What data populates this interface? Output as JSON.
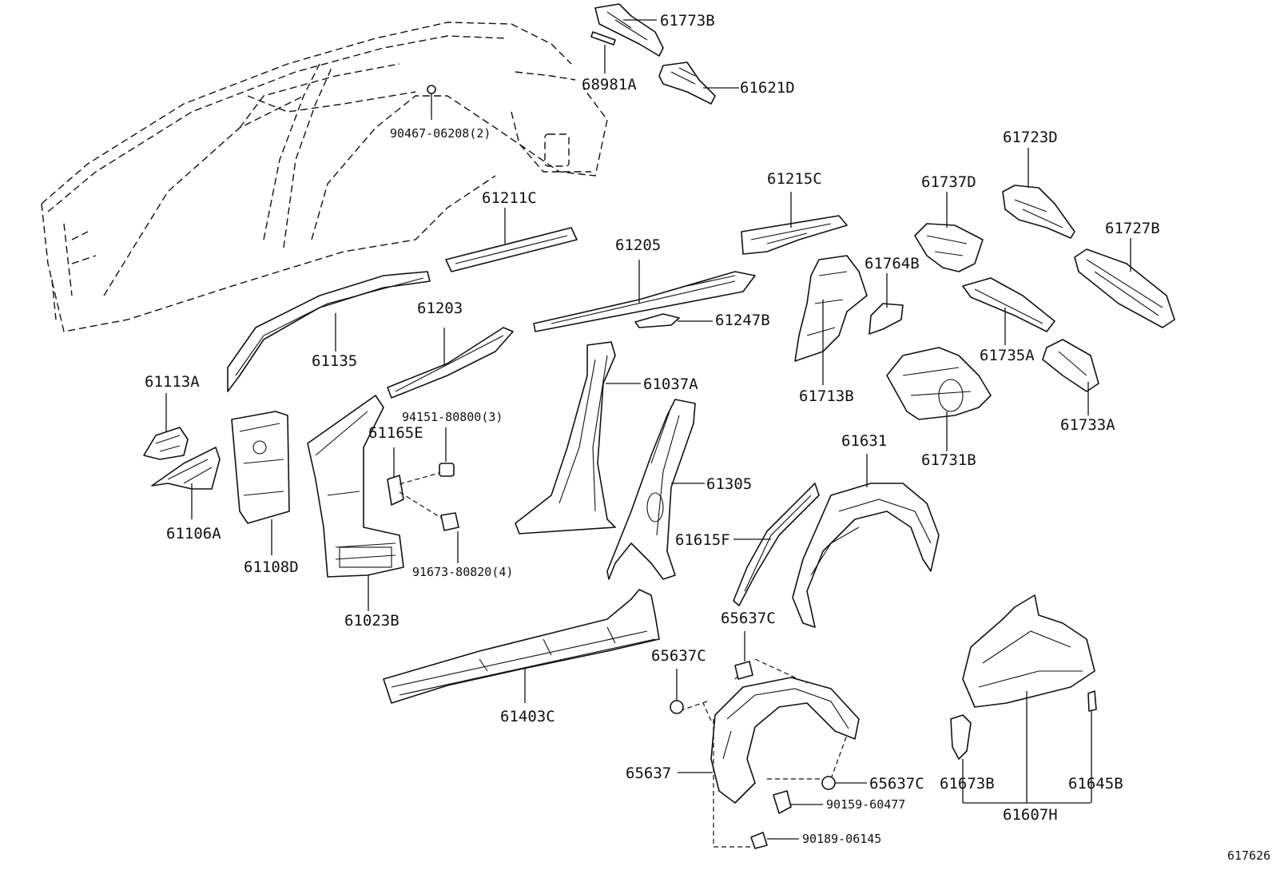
{
  "diagram_id": "617626",
  "parts": {
    "p61773B": "61773B",
    "p68981A": "68981A",
    "p61621D": "61621D",
    "p90467": "90467-06208(2)",
    "p61723D": "61723D",
    "p61215C": "61215C",
    "p61737D": "61737D",
    "p61211C": "61211C",
    "p61727B": "61727B",
    "p61205": "61205",
    "p61764B": "61764B",
    "p61203": "61203",
    "p61247B": "61247B",
    "p61735A": "61735A",
    "p61135": "61135",
    "p61113A": "61113A",
    "p61037A": "61037A",
    "p61713B": "61713B",
    "p61733A": "61733A",
    "p94151": "94151-80800(3)",
    "p61165E": "61165E",
    "p61731B": "61731B",
    "p61631": "61631",
    "p61305": "61305",
    "p61106A": "61106A",
    "p61615F": "61615F",
    "p61108D": "61108D",
    "p91673": "91673-80820(4)",
    "p65637C_a": "65637C",
    "p61023B": "61023B",
    "p65637C_b": "65637C",
    "p61403C": "61403C",
    "p65637": "65637",
    "p65637C_c": "65637C",
    "p61673B": "61673B",
    "p61645B": "61645B",
    "p90159": "90159-60477",
    "p61607H": "61607H",
    "p90189": "90189-06145"
  }
}
